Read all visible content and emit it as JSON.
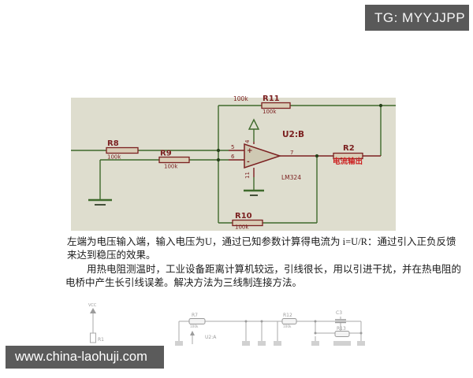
{
  "header": {
    "tg_badge": "TG: MYYJJPP"
  },
  "footer": {
    "site": "www.china-laohuji.com"
  },
  "schematic": {
    "r11": {
      "name": "R11",
      "value": "100k",
      "net_label": "100k"
    },
    "r8": {
      "name": "R8",
      "value": "100k"
    },
    "r9": {
      "name": "R9",
      "value": "100k"
    },
    "r10": {
      "name": "R10",
      "value": "100k"
    },
    "r2": {
      "name": "R2",
      "output_label": "电流输出"
    },
    "opamp": {
      "designator": "U2:B",
      "part": "LM324",
      "pin_in_plus": "5",
      "pin_in_minus": "6",
      "pin_out": "7",
      "pin_power": "4",
      "pin_gnd": "11",
      "plus_sign": "+",
      "minus_sign": "-"
    }
  },
  "description": {
    "line1": "左端为电压输入端，输入电压为U，通过已知参数计算得电流为 i=U/R：通过引入正负反馈",
    "line2": "来达到稳压的效果。",
    "line3": "用热电阻测温时，工业设备距离计算机较远，引线很长，用以引进干扰，并在热电阻的",
    "line4": "电桥中产生长引线误差。解决方法为三线制连接方法。"
  },
  "sub_circuit": {
    "vcc": "VCC",
    "r1": "R1",
    "r7": "R7",
    "r7_value": "100k",
    "u2a": "U2:A",
    "r12": "R12",
    "r12_value": "100k",
    "c3": "C3",
    "r13": "R13"
  },
  "colors": {
    "schematic_bg": "#DEDDCE",
    "wire_green": "#3F6A2C",
    "component_maroon": "#7B2020",
    "output_red": "#CC1F1F",
    "badge_gray": "#595959"
  }
}
